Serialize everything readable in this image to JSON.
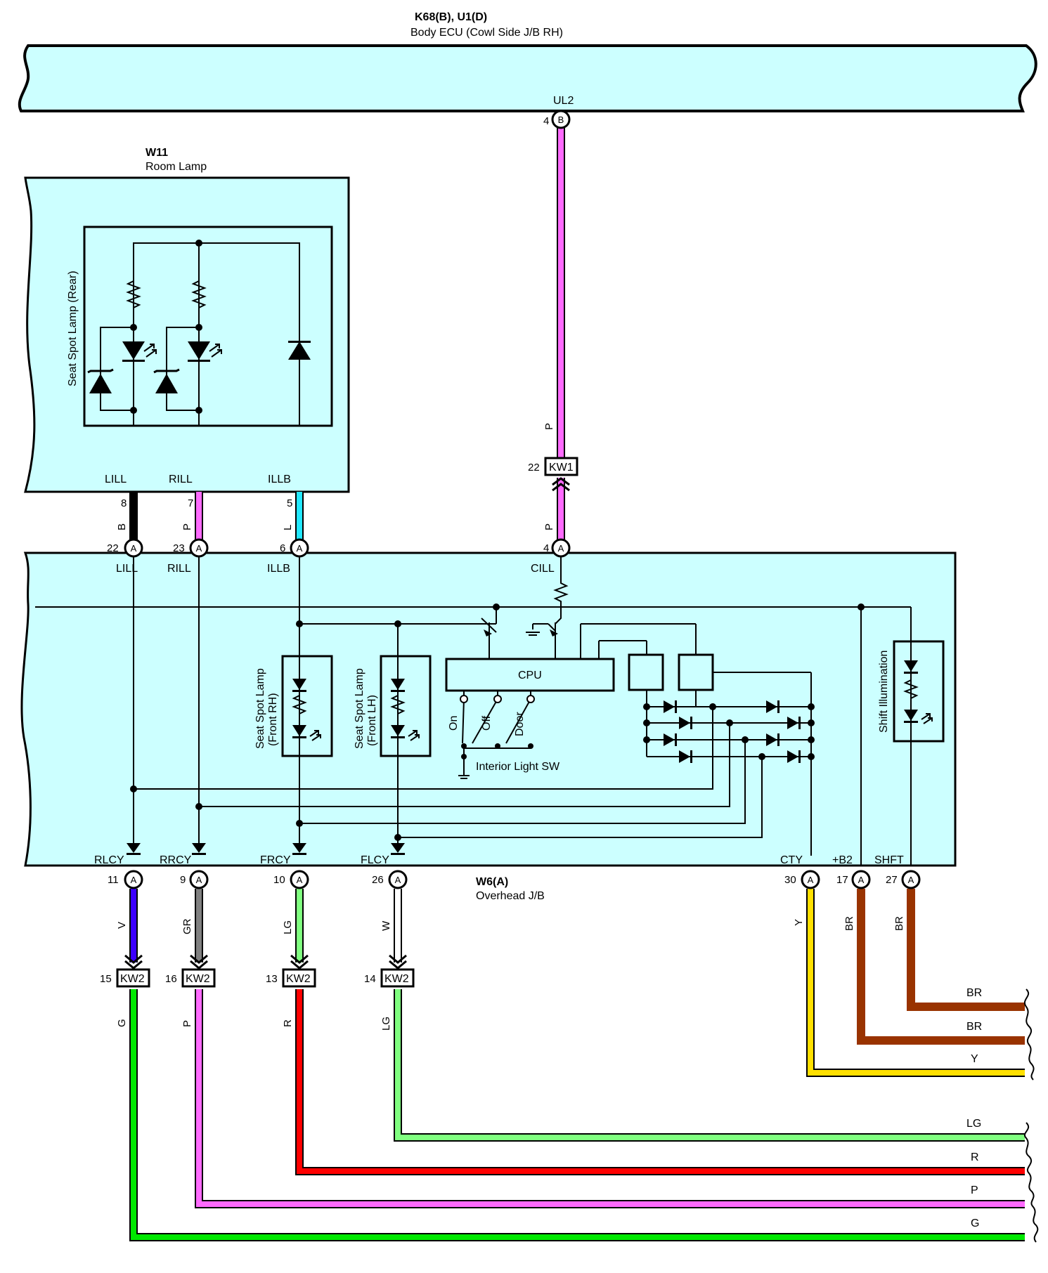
{
  "body_ecu": {
    "code": "K68(B), U1(D)",
    "name": "Body ECU (Cowl Side J/B RH)",
    "ul2_label": "UL2",
    "ul2_pin": "4",
    "ul2_conn": "B"
  },
  "room_lamp": {
    "code": "W11",
    "name": "Room Lamp",
    "lamp_label": "Seat Spot Lamp (Rear)",
    "terminals": [
      "LILL",
      "RILL",
      "ILLB"
    ],
    "pins": [
      "8",
      "7",
      "5"
    ],
    "colors": [
      "B",
      "P",
      "L"
    ]
  },
  "kw1": {
    "name": "KW1",
    "pin": "22",
    "color_above": "P",
    "color_below": "P"
  },
  "overhead": {
    "code": "W6(A)",
    "name": "Overhead J/B",
    "top_pins": [
      "22",
      "23",
      "6",
      "4"
    ],
    "top_conn": "A",
    "top_terms": [
      "LILL",
      "RILL",
      "ILLB",
      "CILL"
    ],
    "bottom_terms": [
      "RLCY",
      "RRCY",
      "FRCY",
      "FLCY",
      "CTY",
      "+B2",
      "SHFT"
    ],
    "bottom_pins": [
      "11",
      "9",
      "10",
      "26",
      "30",
      "17",
      "27"
    ],
    "cpu": "CPU",
    "switch_labels": [
      "On",
      "Off",
      "Door"
    ],
    "switch_name": "Interior Light SW",
    "front_rh": [
      "Seat Spot Lamp",
      "(Front RH)"
    ],
    "front_lh": [
      "Seat Spot Lamp",
      "(Front LH)"
    ],
    "shift_illum": "Shift Illumination"
  },
  "kw2": {
    "name": "KW2",
    "pins": [
      "15",
      "16",
      "13",
      "14"
    ],
    "upper_colors": [
      "V",
      "GR",
      "LG",
      "W"
    ],
    "lower_colors": [
      "G",
      "P",
      "R",
      "LG"
    ]
  },
  "right_wire_colors": [
    "Y",
    "BR",
    "BR"
  ],
  "right_labels": [
    "BR",
    "BR",
    "Y",
    "LG",
    "R",
    "P",
    "G"
  ],
  "wire_hex": {
    "B": "#000000",
    "P": "#ff6aff",
    "L": "#22e8ff",
    "V": "#3c00ff",
    "GR": "#808080",
    "LG": "#80ff80",
    "W": "#ffffff",
    "G": "#00e800",
    "R": "#ff0000",
    "Y": "#ffe000",
    "BR": "#993300"
  },
  "panel_fill": "#ccffff"
}
